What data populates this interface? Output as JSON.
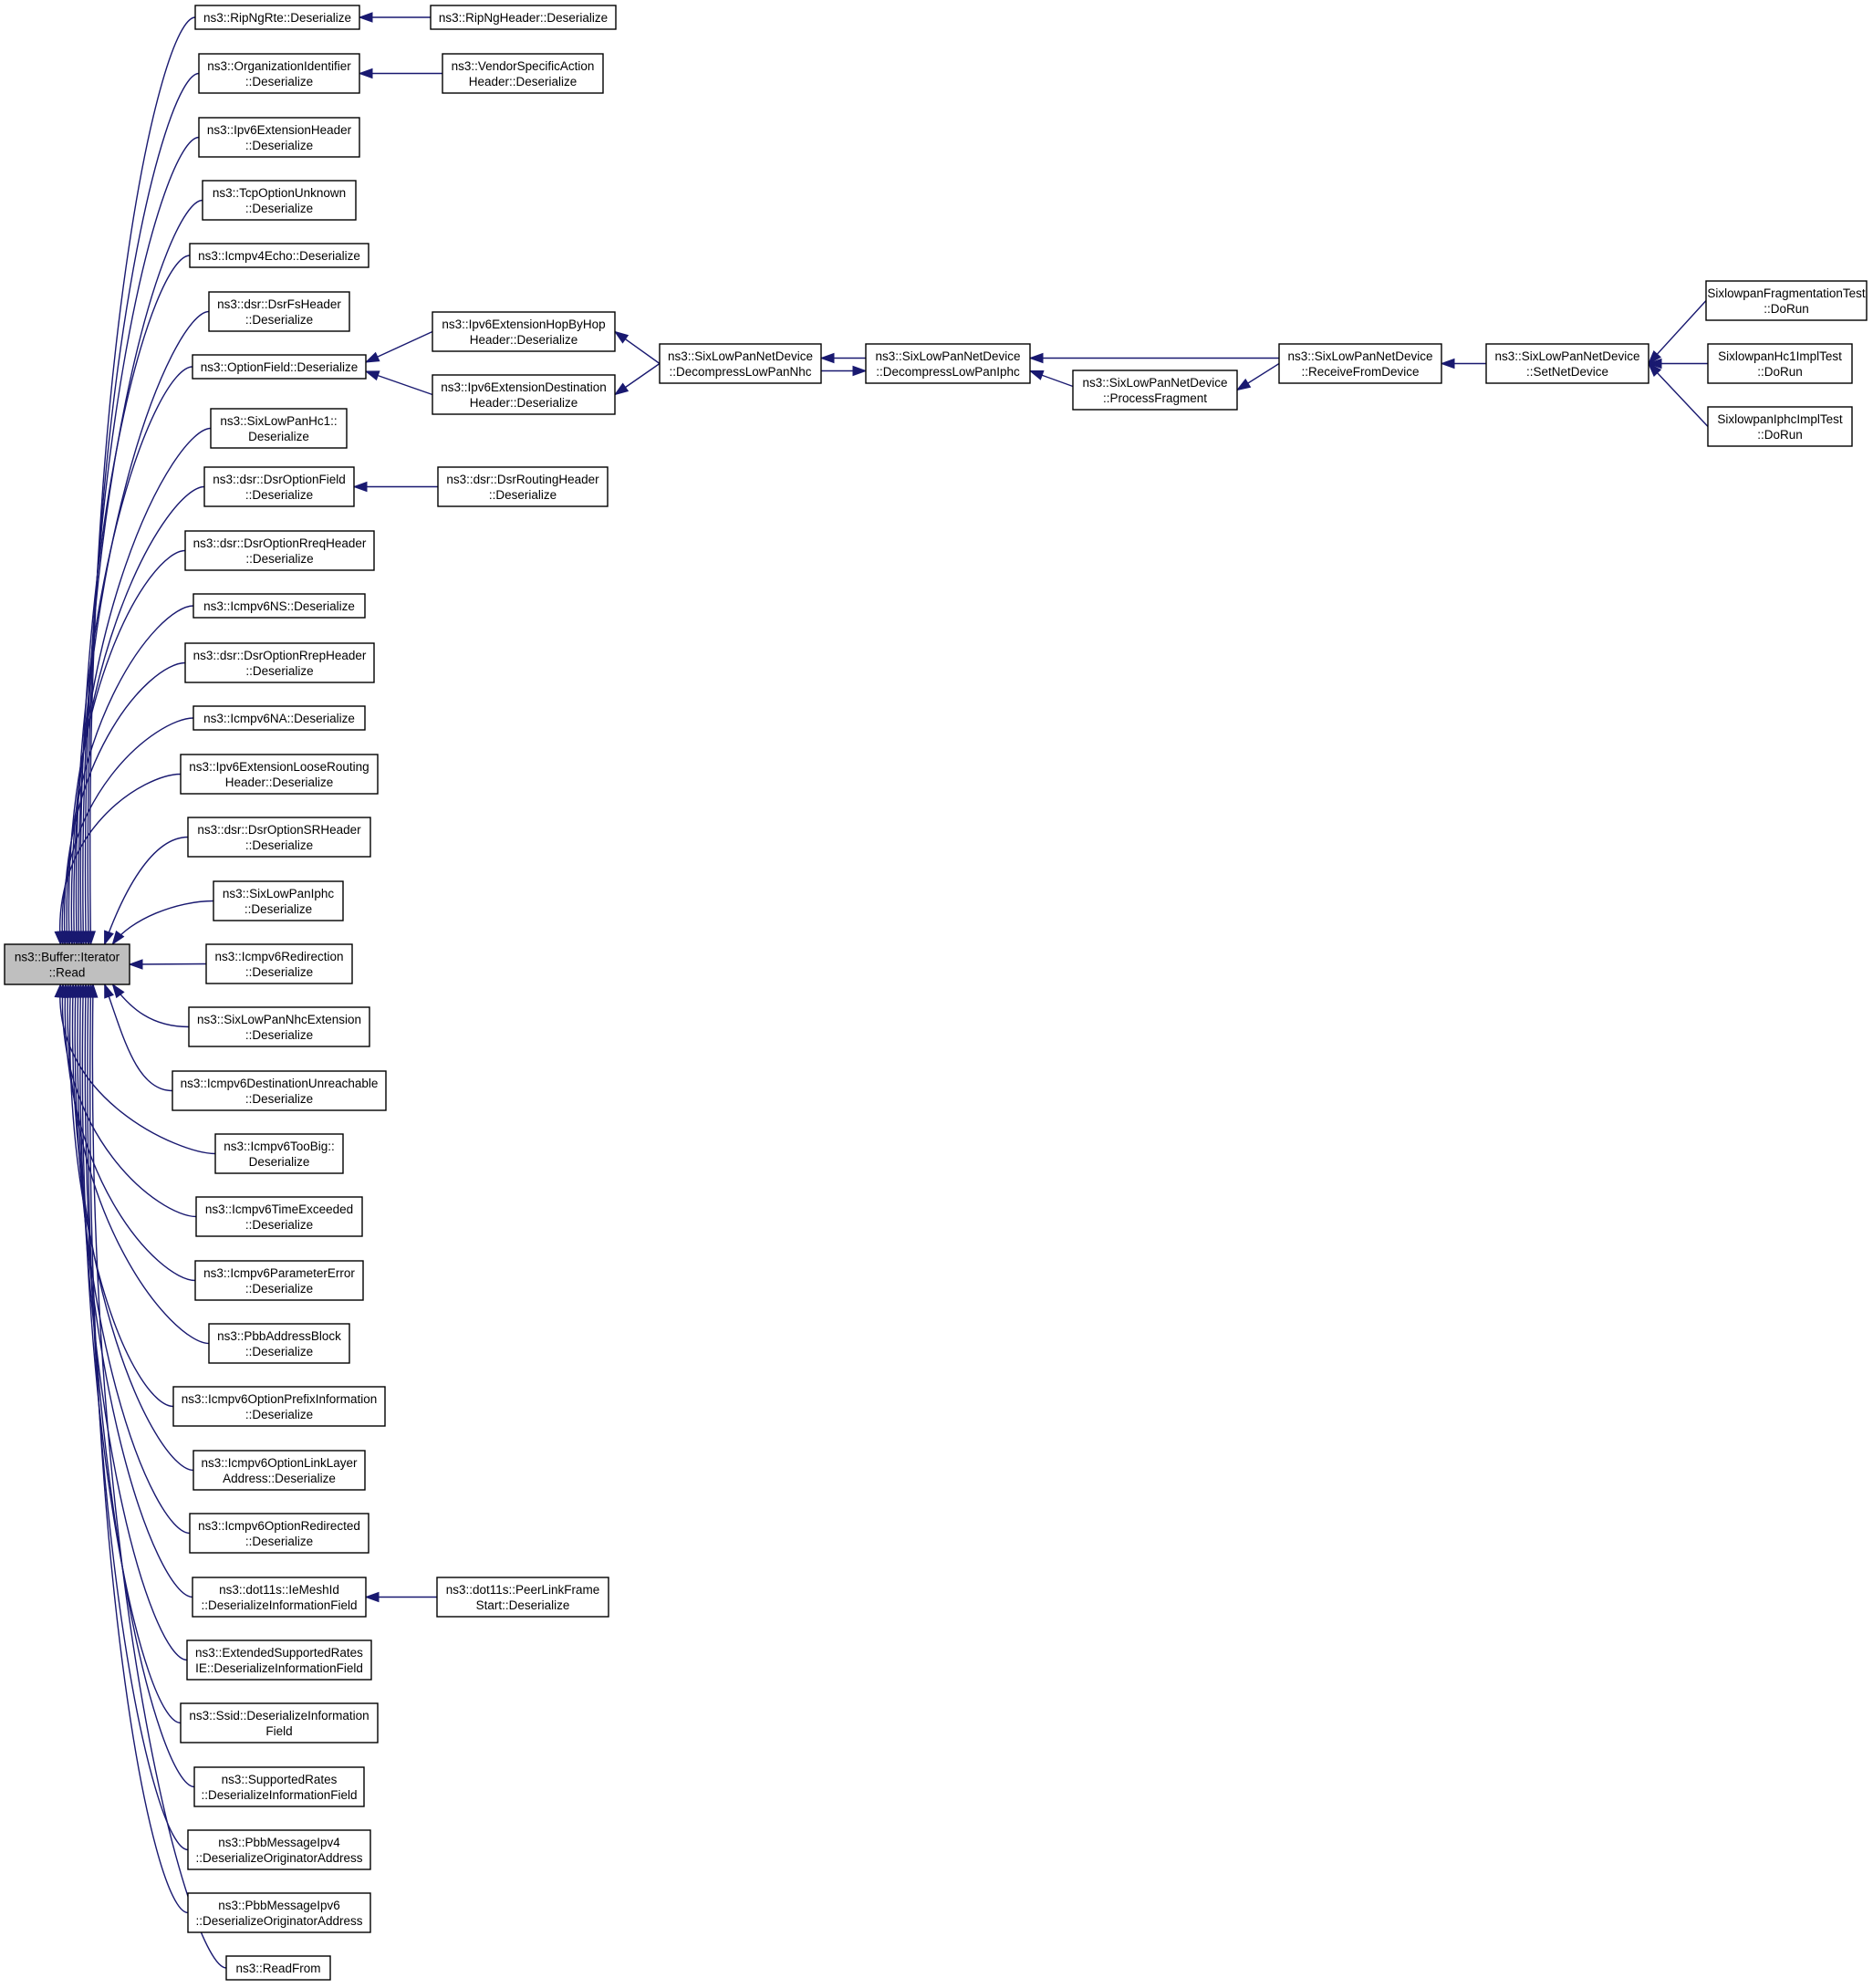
{
  "graph": {
    "edge_color": "#191970",
    "root_fill": "#bfbfbf",
    "nodes": [
      {
        "id": "root",
        "lines": [
          "ns3::Buffer::Iterator",
          "::Read"
        ],
        "root": true
      },
      {
        "id": "ripngrte",
        "lines": [
          "ns3::RipNgRte::Deserialize"
        ]
      },
      {
        "id": "ripngheader",
        "lines": [
          "ns3::RipNgHeader::Deserialize"
        ]
      },
      {
        "id": "orgid",
        "lines": [
          "ns3::OrganizationIdentifier",
          "::Deserialize"
        ]
      },
      {
        "id": "vendor",
        "lines": [
          "ns3::VendorSpecificAction",
          "Header::Deserialize"
        ]
      },
      {
        "id": "ipv6ext",
        "lines": [
          "ns3::Ipv6ExtensionHeader",
          "::Deserialize"
        ]
      },
      {
        "id": "tcpunknown",
        "lines": [
          "ns3::TcpOptionUnknown",
          "::Deserialize"
        ]
      },
      {
        "id": "icmpv4echo",
        "lines": [
          "ns3::Icmpv4Echo::Deserialize"
        ]
      },
      {
        "id": "dsrfs",
        "lines": [
          "ns3::dsr::DsrFsHeader",
          "::Deserialize"
        ]
      },
      {
        "id": "optionfield",
        "lines": [
          "ns3::OptionField::Deserialize"
        ]
      },
      {
        "id": "hopbyhop",
        "lines": [
          "ns3::Ipv6ExtensionHopByHop",
          "Header::Deserialize"
        ]
      },
      {
        "id": "destination",
        "lines": [
          "ns3::Ipv6ExtensionDestination",
          "Header::Deserialize"
        ]
      },
      {
        "id": "decompnhc",
        "lines": [
          "ns3::SixLowPanNetDevice",
          "::DecompressLowPanNhc"
        ]
      },
      {
        "id": "decompiphc",
        "lines": [
          "ns3::SixLowPanNetDevice",
          "::DecompressLowPanIphc"
        ]
      },
      {
        "id": "procfrag",
        "lines": [
          "ns3::SixLowPanNetDevice",
          "::ProcessFragment"
        ]
      },
      {
        "id": "recvdev",
        "lines": [
          "ns3::SixLowPanNetDevice",
          "::ReceiveFromDevice"
        ]
      },
      {
        "id": "setnetdev",
        "lines": [
          "ns3::SixLowPanNetDevice",
          "::SetNetDevice"
        ]
      },
      {
        "id": "fragtest",
        "lines": [
          "SixlowpanFragmentationTest",
          "::DoRun"
        ]
      },
      {
        "id": "hc1test",
        "lines": [
          "SixlowpanHc1ImplTest",
          "::DoRun"
        ]
      },
      {
        "id": "iphctest",
        "lines": [
          "SixlowpanIphcImplTest",
          "::DoRun"
        ]
      },
      {
        "id": "hc1",
        "lines": [
          "ns3::SixLowPanHc1::",
          "Deserialize"
        ]
      },
      {
        "id": "dsroptfield",
        "lines": [
          "ns3::dsr::DsrOptionField",
          "::Deserialize"
        ]
      },
      {
        "id": "dsrrouting",
        "lines": [
          "ns3::dsr::DsrRoutingHeader",
          "::Deserialize"
        ]
      },
      {
        "id": "dsrrreq",
        "lines": [
          "ns3::dsr::DsrOptionRreqHeader",
          "::Deserialize"
        ]
      },
      {
        "id": "icmpv6ns",
        "lines": [
          "ns3::Icmpv6NS::Deserialize"
        ]
      },
      {
        "id": "dsrrrep",
        "lines": [
          "ns3::dsr::DsrOptionRrepHeader",
          "::Deserialize"
        ]
      },
      {
        "id": "icmpv6na",
        "lines": [
          "ns3::Icmpv6NA::Deserialize"
        ]
      },
      {
        "id": "looserouting",
        "lines": [
          "ns3::Ipv6ExtensionLooseRouting",
          "Header::Deserialize"
        ]
      },
      {
        "id": "dsrsr",
        "lines": [
          "ns3::dsr::DsrOptionSRHeader",
          "::Deserialize"
        ]
      },
      {
        "id": "iphc",
        "lines": [
          "ns3::SixLowPanIphc",
          "::Deserialize"
        ]
      },
      {
        "id": "redirection",
        "lines": [
          "ns3::Icmpv6Redirection",
          "::Deserialize"
        ]
      },
      {
        "id": "nhcext",
        "lines": [
          "ns3::SixLowPanNhcExtension",
          "::Deserialize"
        ]
      },
      {
        "id": "destunreach",
        "lines": [
          "ns3::Icmpv6DestinationUnreachable",
          "::Deserialize"
        ]
      },
      {
        "id": "toobig",
        "lines": [
          "ns3::Icmpv6TooBig::",
          "Deserialize"
        ]
      },
      {
        "id": "timeexceeded",
        "lines": [
          "ns3::Icmpv6TimeExceeded",
          "::Deserialize"
        ]
      },
      {
        "id": "paramerror",
        "lines": [
          "ns3::Icmpv6ParameterError",
          "::Deserialize"
        ]
      },
      {
        "id": "pbbaddr",
        "lines": [
          "ns3::PbbAddressBlock",
          "::Deserialize"
        ]
      },
      {
        "id": "prefixinfo",
        "lines": [
          "ns3::Icmpv6OptionPrefixInformation",
          "::Deserialize"
        ]
      },
      {
        "id": "linklayer",
        "lines": [
          "ns3::Icmpv6OptionLinkLayer",
          "Address::Deserialize"
        ]
      },
      {
        "id": "optredirected",
        "lines": [
          "ns3::Icmpv6OptionRedirected",
          "::Deserialize"
        ]
      },
      {
        "id": "iemeshid",
        "lines": [
          "ns3::dot11s::IeMeshId",
          "::DeserializeInformationField"
        ]
      },
      {
        "id": "peerlink",
        "lines": [
          "ns3::dot11s::PeerLinkFrame",
          "Start::Deserialize"
        ]
      },
      {
        "id": "extrates",
        "lines": [
          "ns3::ExtendedSupportedRates",
          "IE::DeserializeInformationField"
        ]
      },
      {
        "id": "ssid",
        "lines": [
          "ns3::Ssid::DeserializeInformation",
          "Field"
        ]
      },
      {
        "id": "suprates",
        "lines": [
          "ns3::SupportedRates",
          "::DeserializeInformationField"
        ]
      },
      {
        "id": "pbbipv4",
        "lines": [
          "ns3::PbbMessageIpv4",
          "::DeserializeOriginatorAddress"
        ]
      },
      {
        "id": "pbbipv6",
        "lines": [
          "ns3::PbbMessageIpv6",
          "::DeserializeOriginatorAddress"
        ]
      },
      {
        "id": "readfrom",
        "lines": [
          "ns3::ReadFrom"
        ]
      }
    ]
  }
}
